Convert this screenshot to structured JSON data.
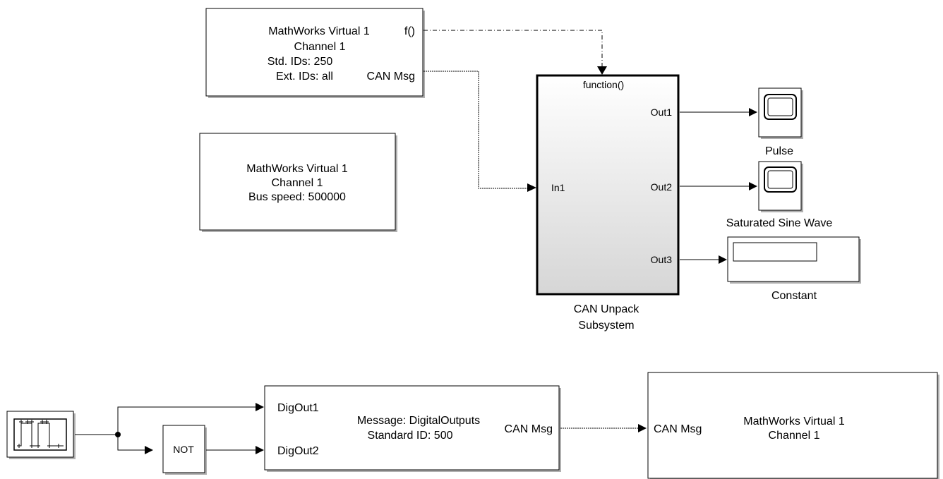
{
  "receive_block": {
    "lines": [
      "MathWorks Virtual 1",
      "Channel 1",
      "Std. IDs: 250",
      "Ext. IDs: all"
    ],
    "trigger_port": "f()",
    "msg_port": "CAN Msg"
  },
  "config_block": {
    "lines": [
      "MathWorks Virtual 1",
      "Channel 1",
      "Bus speed: 500000"
    ]
  },
  "subsystem": {
    "trigger_label": "function()",
    "in_port": "In1",
    "out_ports": [
      "Out1",
      "Out2",
      "Out3"
    ],
    "name_lines": [
      "CAN Unpack",
      "Subsystem"
    ]
  },
  "scopes": [
    {
      "name": "Pulse"
    },
    {
      "name": "Saturated Sine Wave"
    }
  ],
  "display": {
    "name": "Constant"
  },
  "not_block": {
    "label": "NOT"
  },
  "pack_block": {
    "in_ports": [
      "DigOut1",
      "DigOut2"
    ],
    "lines": [
      "Message: DigitalOutputs",
      "Standard ID: 500"
    ],
    "out_port": "CAN Msg"
  },
  "transmit_block": {
    "in_port": "CAN Msg",
    "lines": [
      "MathWorks Virtual 1",
      "Channel 1"
    ]
  }
}
